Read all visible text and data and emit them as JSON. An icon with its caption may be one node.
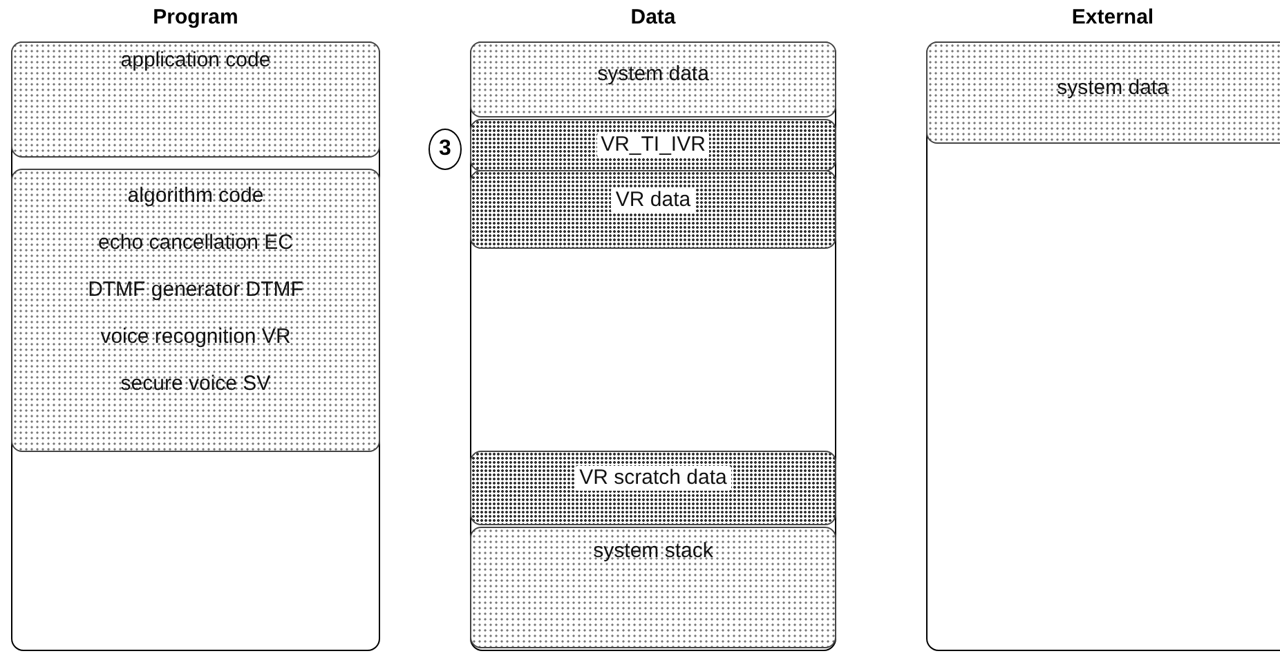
{
  "diagram": {
    "nodes": [
      {
        "text": [
          "Program"
        ]
      },
      {
        "text": [
          "application code"
        ],
        "in": 0
      },
      {
        "text": [
          "algorithm code",
          "echo cancellation EC",
          "DTMF generator DTMF",
          "voice recognition VR",
          "secure voice SV"
        ],
        "in": 0
      },
      {
        "text": [
          "Data"
        ]
      },
      {
        "text": [
          "system data"
        ],
        "in": 3
      },
      {
        "text": [
          "VR_TI_IVR"
        ],
        "in": 3
      },
      {
        "text": [
          "VR data"
        ],
        "in": 3
      },
      {
        "text": [
          "VR scratch data"
        ],
        "in": 3
      },
      {
        "text": [
          "system stack"
        ],
        "in": 3
      },
      {
        "text": [
          "External"
        ]
      },
      {
        "text": [
          "system data"
        ],
        "in": 9
      },
      {
        "text": [
          "3"
        ]
      }
    ]
  }
}
